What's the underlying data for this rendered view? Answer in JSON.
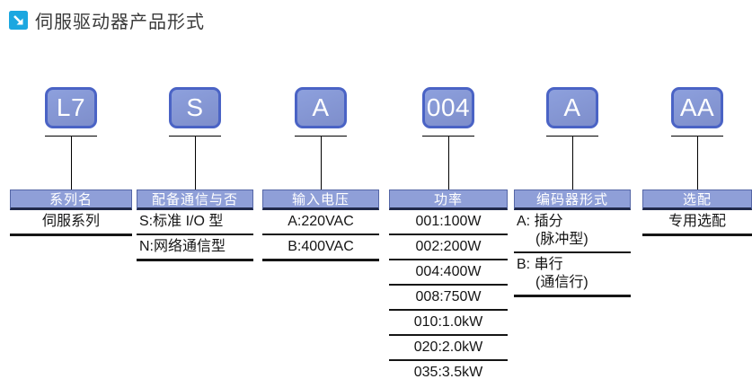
{
  "header": {
    "title": "伺服驱动器产品形式",
    "icon": "arrow-down-right-icon"
  },
  "colors": {
    "accent_icon_blue": "#1ba7e0",
    "code_box_fill": "#8494d2",
    "code_box_border": "#4a63c5",
    "label_bar_fill": "#8f9fd8",
    "label_bar_bottom": "#20294a",
    "text_ink": "#151515"
  },
  "columns": [
    {
      "code": "L7",
      "label": "系列名",
      "align": "center",
      "values": [
        [
          "伺服系列"
        ]
      ]
    },
    {
      "code": "S",
      "label": "配备通信与否",
      "align": "left",
      "values": [
        [
          "S:标准 I/O 型"
        ],
        [
          "N:网络通信型"
        ]
      ]
    },
    {
      "code": "A",
      "label": "输入电压",
      "align": "center",
      "values": [
        [
          "A:220VAC"
        ],
        [
          "B:400VAC"
        ]
      ]
    },
    {
      "code": "004",
      "label": "功率",
      "align": "center",
      "values": [
        [
          "001:100W"
        ],
        [
          "002:200W"
        ],
        [
          "004:400W"
        ],
        [
          "008:750W"
        ],
        [
          "010:1.0kW"
        ],
        [
          "020:2.0kW"
        ],
        [
          "035:3.5kW"
        ]
      ]
    },
    {
      "code": "A",
      "label": "编码器形式",
      "align": "left",
      "values": [
        [
          "A: 插分",
          "(脉冲型)"
        ],
        [
          "B: 串行",
          "(通信行)"
        ]
      ]
    },
    {
      "code": "AA",
      "label": "选配",
      "align": "center",
      "values": [
        [
          "专用选配"
        ]
      ]
    }
  ]
}
